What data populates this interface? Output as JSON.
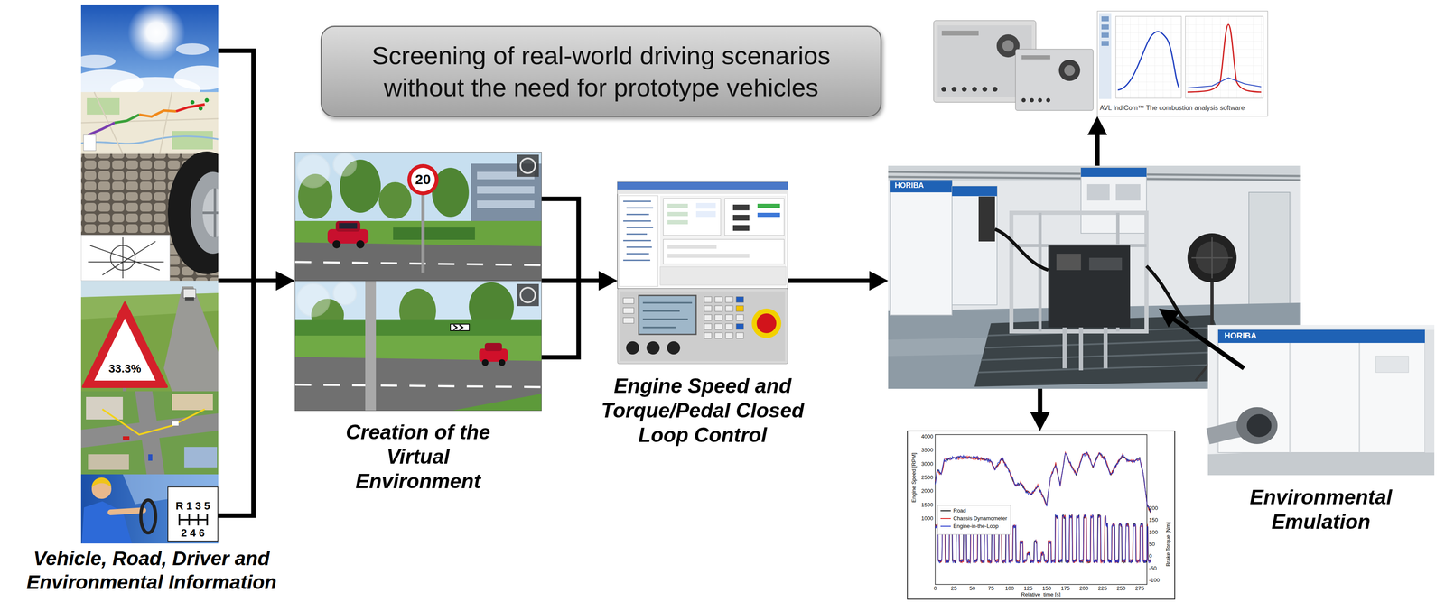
{
  "diagram": {
    "nodes": [
      {
        "text": [
          "Screening of real-world driving scenarios without the need for prototype vehicles"
        ]
      },
      {
        "text": [
          "Vehicle, Road, Driver and Environmental Information"
        ]
      },
      {
        "text": [
          "Creation of the Virtual Environment"
        ]
      },
      {
        "text": [
          "Engine Speed and Torque/Pedal Closed Loop Control"
        ]
      },
      {
        "text": [
          "HORIBA"
        ]
      },
      {
        "text": [
          "AVL IndiCom™ The combustion analysis software"
        ]
      },
      {
        "text": [
          "Engine Speed [RPM]",
          "Brake Torque [Nm]",
          "Relative_time [s]"
        ]
      },
      {
        "text": [
          "HORIBA",
          "Environmental Emulation"
        ]
      }
    ],
    "edges": [
      {
        "from": 1,
        "to": 2,
        "arrow": "to"
      },
      {
        "from": 2,
        "to": 3,
        "arrow": "to"
      },
      {
        "from": 3,
        "to": 4,
        "arrow": "to"
      },
      {
        "from": 4,
        "to": 5,
        "arrow": "to"
      },
      {
        "from": 4,
        "to": 6,
        "arrow": "to"
      },
      {
        "from": 7,
        "to": 4,
        "arrow": "to"
      }
    ],
    "labels": [
      "33.3%",
      "R 1 3 5",
      "2 4 6",
      "20",
      "4000",
      "3500",
      "3000",
      "2500",
      "2000",
      "1500",
      "1000",
      "200",
      "150",
      "100",
      "50",
      "0",
      "-50",
      "-100",
      "0",
      "25",
      "50",
      "75",
      "100",
      "125",
      "150",
      "175",
      "200",
      "225",
      "250",
      "275"
    ],
    "legend": [
      {
        "text": "Road"
      },
      {
        "text": "Chassis Dynamometer"
      },
      {
        "text": "Engine-in-the-Loop"
      }
    ]
  }
}
